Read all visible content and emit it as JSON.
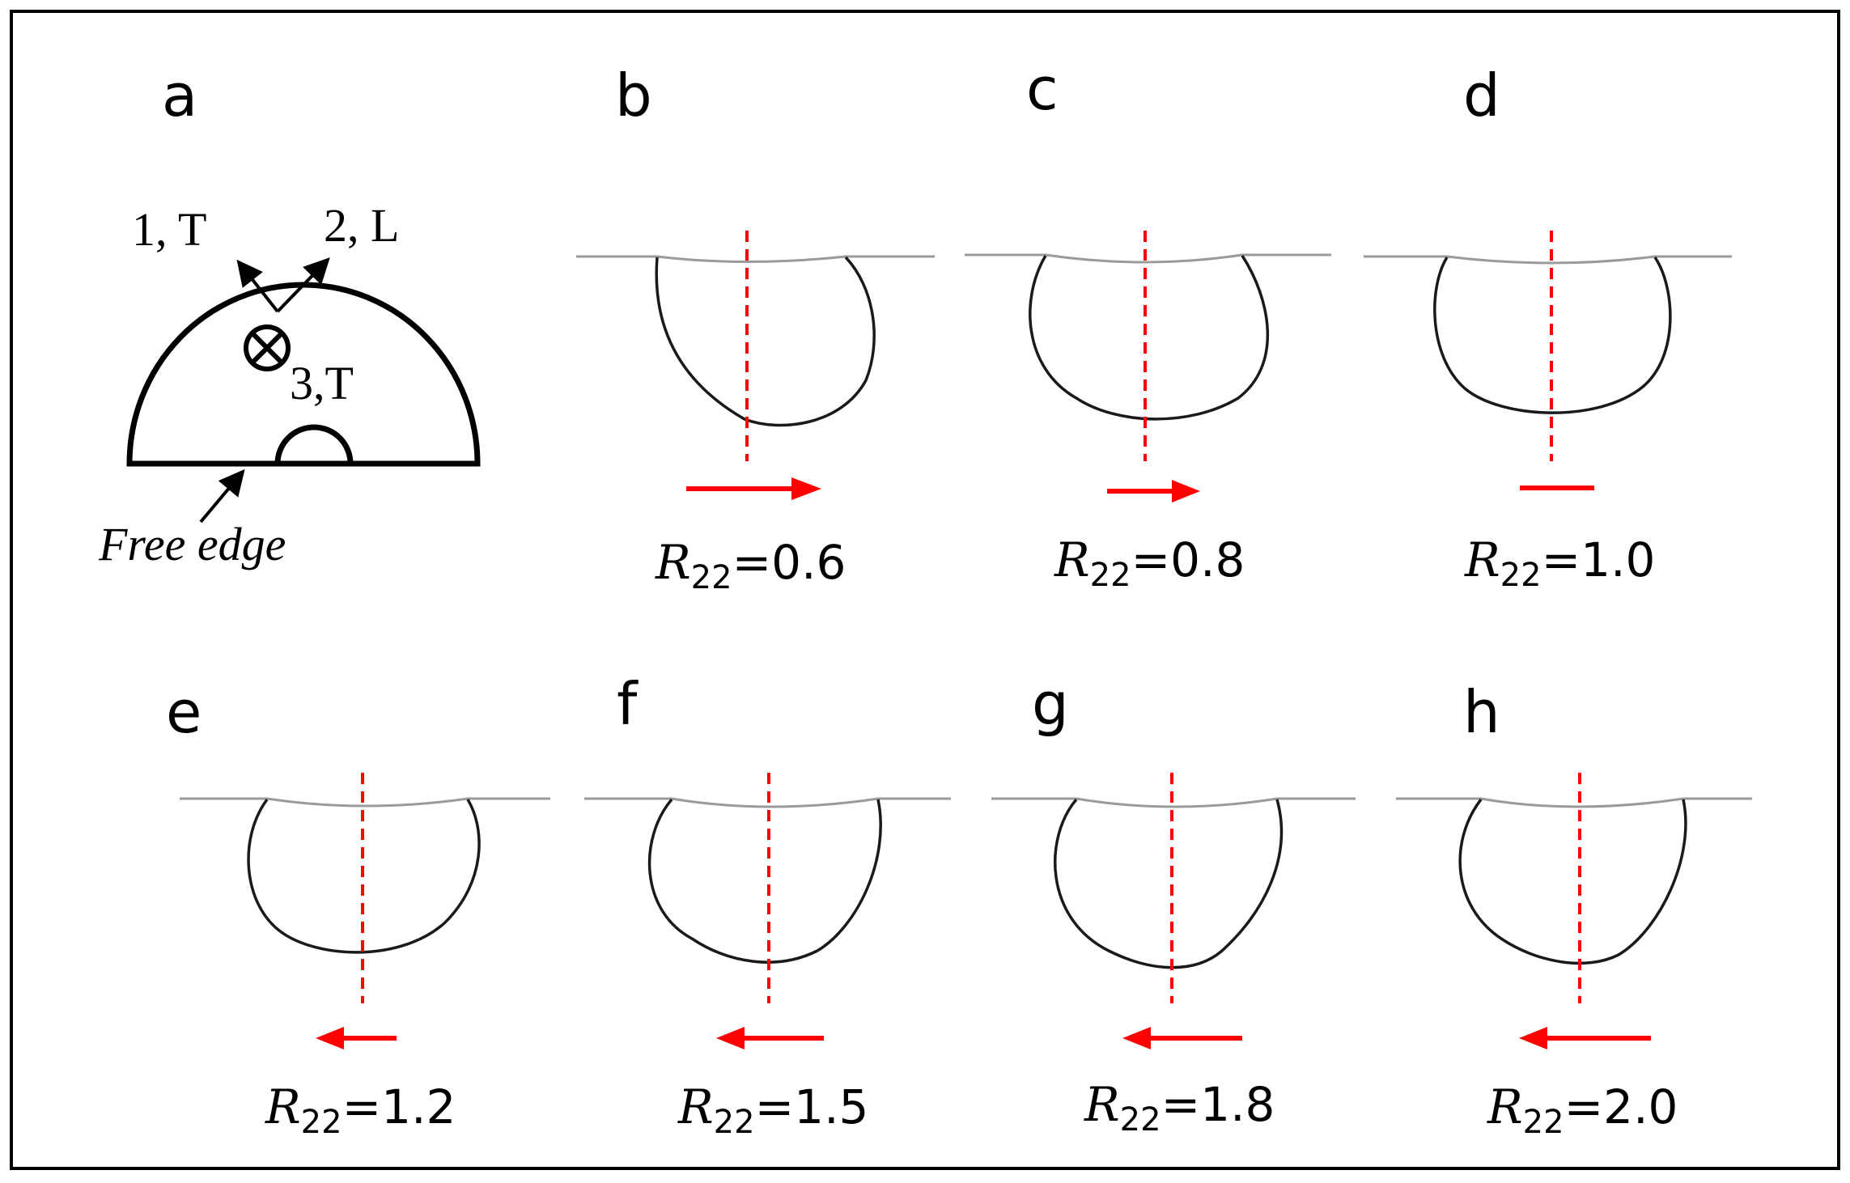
{
  "figure": {
    "panel_a": {
      "letter": "a",
      "axis_1": "1, T",
      "axis_2": "2, L",
      "axis_3": "3,T",
      "free_edge": "Free edge"
    },
    "panels": [
      {
        "letter": "b",
        "var": "R",
        "sub": "22",
        "value": "=0.6",
        "ratio": 0.6,
        "shift": "right",
        "arrow": "right"
      },
      {
        "letter": "c",
        "var": "R",
        "sub": "22",
        "value": "=0.8",
        "ratio": 0.8,
        "shift": "right",
        "arrow": "right"
      },
      {
        "letter": "d",
        "var": "R",
        "sub": "22",
        "value": "=1.0",
        "ratio": 1.0,
        "shift": "none",
        "arrow": "none"
      },
      {
        "letter": "e",
        "var": "R",
        "sub": "22",
        "value": "=1.2",
        "ratio": 1.2,
        "shift": "left",
        "arrow": "left"
      },
      {
        "letter": "f",
        "var": "R",
        "sub": "22",
        "value": "=1.5",
        "ratio": 1.5,
        "shift": "left",
        "arrow": "left"
      },
      {
        "letter": "g",
        "var": "R",
        "sub": "22",
        "value": "=1.8",
        "ratio": 1.8,
        "shift": "left",
        "arrow": "left"
      },
      {
        "letter": "h",
        "var": "R",
        "sub": "22",
        "value": "=2.0",
        "ratio": 2.0,
        "shift": "left",
        "arrow": "left"
      }
    ],
    "colors": {
      "crack": "#1a1a1a",
      "surface": "#9a9a9a",
      "centerline": "#ff0000",
      "arrow": "#ff0000",
      "border": "#000000"
    }
  }
}
